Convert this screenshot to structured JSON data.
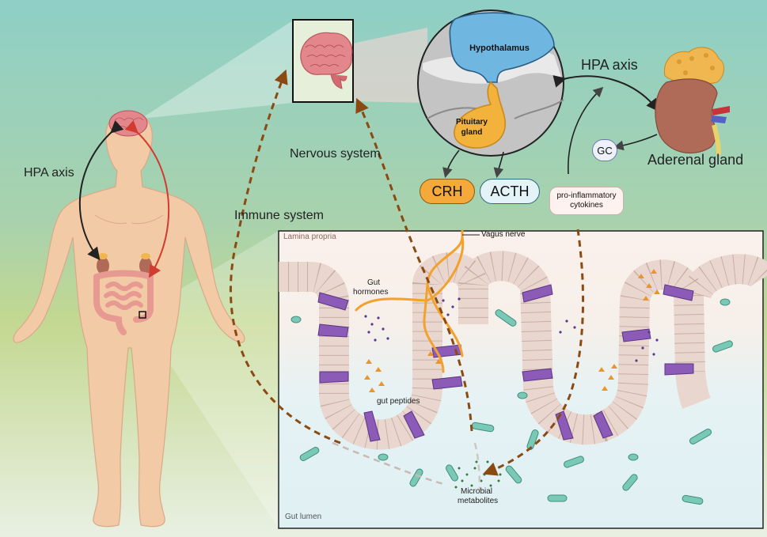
{
  "labels": {
    "hpa_axis_left": "HPA axis",
    "hpa_axis_right": "HPA axis",
    "hypothalamus": "Hypothalamus",
    "pituitary_line1": "Pituitary",
    "pituitary_line2": "gland",
    "nervous_system": "Nervous system",
    "immune_system": "Immune system",
    "crh": "CRH",
    "acth": "ACTH",
    "gc": "GC",
    "adrenal_gland": "Aderenal gland",
    "cytokines_line1": "pro-inflammatory",
    "cytokines_line2": "cytokines",
    "lamina_propria": "Lamina propria",
    "vagus_nerve": "Vagus nerve",
    "gut_hormones_line1": "Gut",
    "gut_hormones_line2": "hormones",
    "gut_peptides": "gut peptides",
    "microbial_line1": "Microbial",
    "microbial_line2": "metabolites",
    "gut_lumen": "Gut lumen"
  },
  "colors": {
    "crh_fill": "#f4a93a",
    "acth_fill": "#e4f3f8",
    "hypothalamus": "#6fb6e0",
    "pituitary": "#f2b23c",
    "brain": "#e3878c",
    "kidney": "#b06b58",
    "adrenal": "#f0b650",
    "skin": "#f2caa6",
    "nerve": "#f2a12c",
    "immune_arrow": "#8b4a12",
    "red_arrow": "#d23b2f",
    "villus_cell": "#e9d7cf",
    "enteroendocrine": "#8c5bb8",
    "bacteria": "#79c9b6"
  }
}
